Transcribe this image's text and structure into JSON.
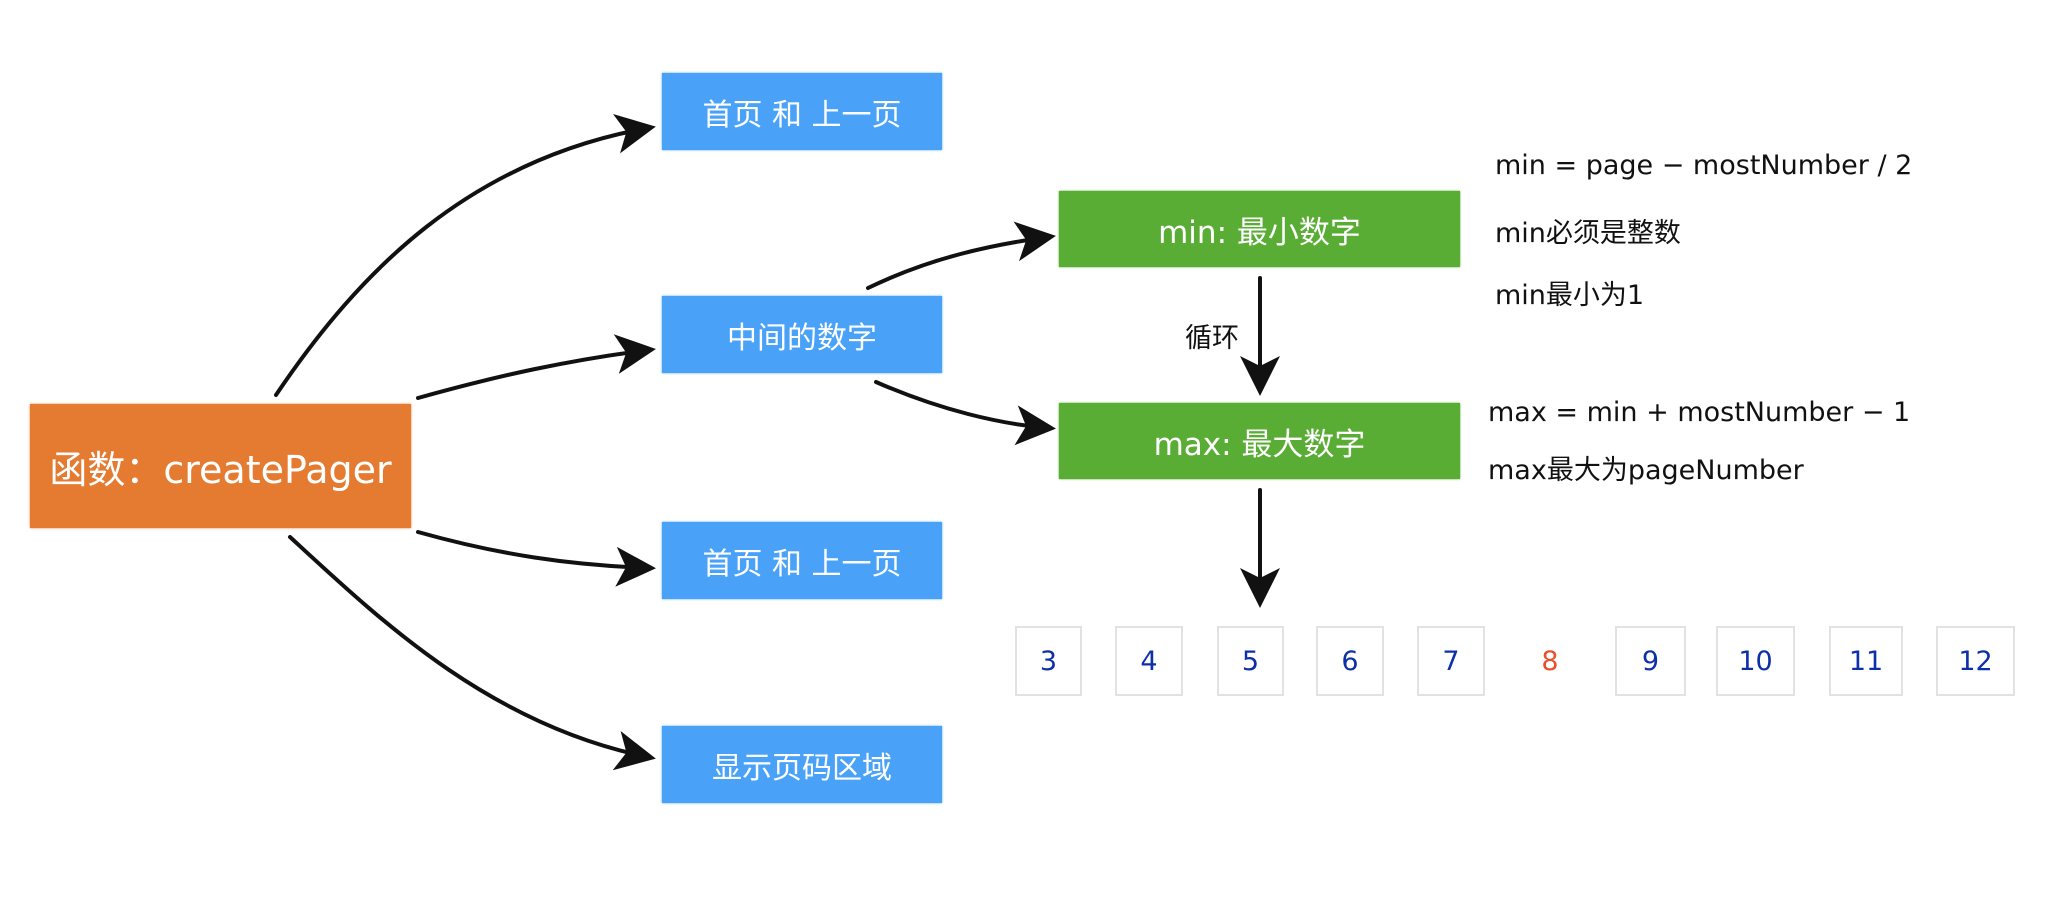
{
  "root": {
    "label": "函数：createPager"
  },
  "branches": {
    "first_prev": "首页 和 上一页",
    "middle": "中间的数字",
    "next_last": "首页 和 上一页",
    "display": "显示页码区域"
  },
  "min_box": "min: 最小数字",
  "max_box": "max: 最大数字",
  "loop_label": "循环",
  "min_notes": [
    "min = page − mostNumber / 2",
    "min必须是整数",
    "min最小为1"
  ],
  "max_notes": [
    "max = min + mostNumber − 1",
    "max最大为pageNumber"
  ],
  "pages": [
    "3",
    "4",
    "5",
    "6",
    "7",
    "8",
    "9",
    "10",
    "11",
    "12"
  ],
  "current_page": "8",
  "colors": {
    "root": "#e57a31",
    "branch": "#49a2f8",
    "minmax": "#59ad34",
    "page_text": "#0d2fa8",
    "current_page": "#e8502c"
  }
}
